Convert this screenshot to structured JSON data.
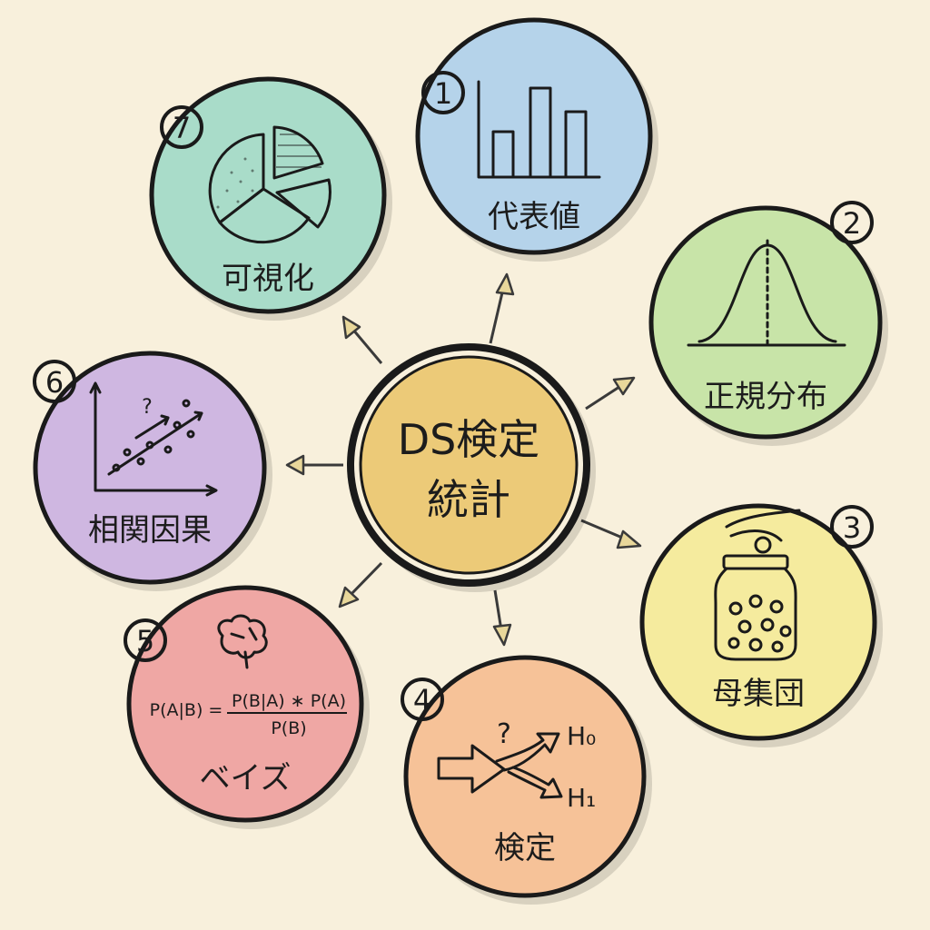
{
  "center": {
    "line1": "DS検定",
    "line2": "統計",
    "color": "#ecca78"
  },
  "nodes": [
    {
      "number": "1",
      "label": "代表値",
      "icon": "bar-chart-icon",
      "color": "#b5d3ea"
    },
    {
      "number": "2",
      "label": "正規分布",
      "icon": "bell-curve-icon",
      "color": "#c8e4a8"
    },
    {
      "number": "3",
      "label": "母集団",
      "icon": "jar-sampling-icon",
      "color": "#f5eb9e"
    },
    {
      "number": "4",
      "label": "検定",
      "icon": "hypothesis-arrows-icon",
      "color": "#f6c298",
      "question": "?",
      "h0": "H₀",
      "h1": "H₁"
    },
    {
      "number": "5",
      "label": "ベイズ",
      "icon": "brain-icon",
      "color": "#efa7a4",
      "formula_lhs": "P(A|B) =",
      "formula_num": "P(B|A) ∗ P(A)",
      "formula_den": "P(B)"
    },
    {
      "number": "6",
      "label": "相関因果",
      "icon": "scatter-plot-icon",
      "color": "#cfb7e1",
      "question": "?"
    },
    {
      "number": "7",
      "label": "可視化",
      "icon": "pie-chart-icon",
      "color": "#a9dcc9"
    }
  ]
}
